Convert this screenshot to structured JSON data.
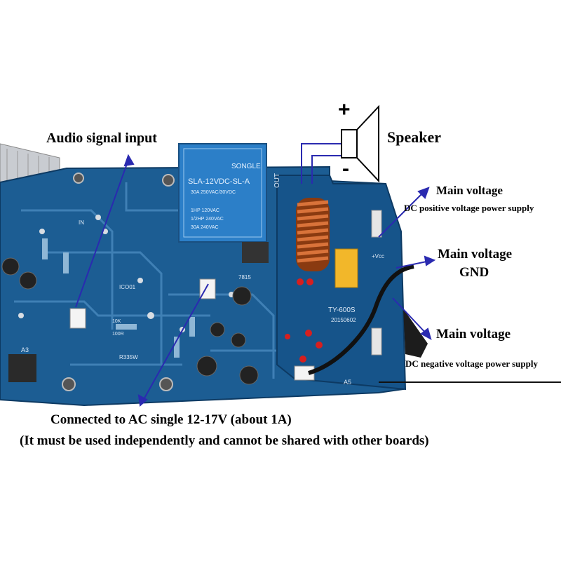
{
  "labels": {
    "audio_input": "Audio signal input",
    "speaker": "Speaker",
    "main_voltage_positive": "Main voltage",
    "dc_positive": "DC positive voltage power supply",
    "main_voltage_gnd_line1": "Main voltage",
    "main_voltage_gnd_line2": "GND",
    "main_voltage_negative": "Main voltage",
    "dc_negative": "DC negative voltage power supply",
    "ac_supply": "Connected to AC single 12-17V (about 1A)",
    "independent_note": "(It must be used independently and cannot be shared with other boards)"
  },
  "speaker_polarity": {
    "plus": "+",
    "minus": "-"
  },
  "board_markings": {
    "relay_brand": "SONGLE",
    "relay_model": "SLA-12VDC-SL-A",
    "relay_rating_1": "30A 250VAC/30VDC",
    "relay_rating_2": "1HP 120VAC",
    "relay_rating_3": "1/2HP 240VAC",
    "relay_rating_4": "30A 240VAC",
    "out_label": "OUT",
    "board_model": "TY-600S",
    "board_date": "20150602",
    "vcc_label": "+Vcc",
    "in_label": "IN",
    "ic_label": "ICO01",
    "res_10k": "10K",
    "res_100r": "100R",
    "res_r33": "R335W",
    "a3": "A3",
    "a5": "A5",
    "reg": "7815"
  },
  "colors": {
    "pcb": "#1c5d93",
    "pcb_dark": "#11406a",
    "relay": "#2c7fc8",
    "coil": "#b8531c",
    "arrow": "#2a2ab0",
    "heatsink": "#c9ccd1"
  }
}
